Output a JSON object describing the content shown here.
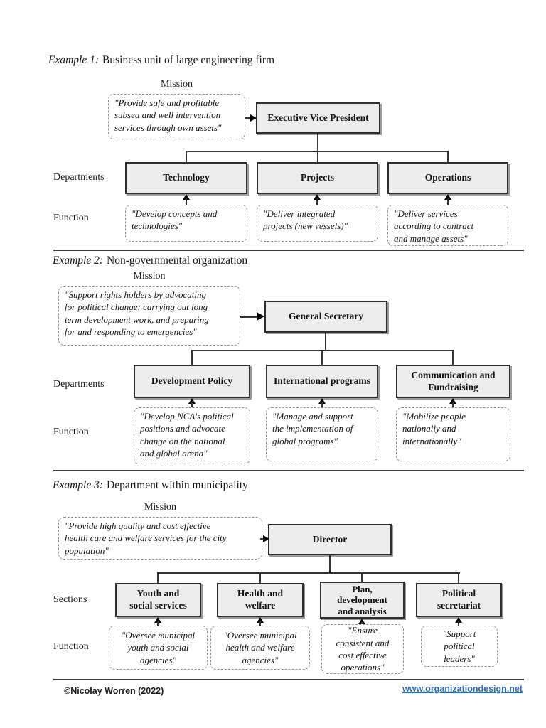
{
  "colors": {
    "box_fill": "#ededed",
    "box_border": "#2e2e2e",
    "dashed_border": "#8f8f8f",
    "connector_line": "#333333",
    "link_blue": "#2E6DB4"
  },
  "examples": [
    {
      "title_prefix": "Example 1:",
      "title_rest": "Business unit of large engineering firm",
      "mission_label": "Mission",
      "mission": "\"Provide safe and profitable\nsubsea and well intervention\nservices through own assets\"",
      "head": "Executive Vice President",
      "row_label": "Departments",
      "function_label": "Function",
      "units": [
        {
          "name": "Technology",
          "function": "\"Develop concepts and\ntechnologies\""
        },
        {
          "name": "Projects",
          "function": "\"Deliver integrated\nprojects (new vessels)\""
        },
        {
          "name": "Operations",
          "function": "\"Deliver services\naccording to contract\nand manage assets\""
        }
      ]
    },
    {
      "title_prefix": "Example 2:",
      "title_rest": "Non-governmental organization",
      "mission_label": "Mission",
      "mission": "\"Support rights holders by advocating\nfor political change; carrying out long\nterm development work, and preparing\nfor and responding to emergencies\"",
      "head": "General Secretary",
      "row_label": "Departments",
      "function_label": "Function",
      "units": [
        {
          "name": "Development Policy",
          "function": "\"Develop NCA's political\npositions and advocate\nchange on the national\nand global arena\""
        },
        {
          "name": "International programs",
          "function": "\"Manage and support\nthe implementation of\nglobal programs\""
        },
        {
          "name": "Communication and\nFundraising",
          "function": "\"Mobilize people\nnationally and\ninternationally\""
        }
      ]
    },
    {
      "title_prefix": "Example 3:",
      "title_rest": "Department within municipality",
      "mission_label": "Mission",
      "mission": "\"Provide high quality and cost effective\nhealth care and welfare services for the city\npopulation\"",
      "head": "Director",
      "row_label": "Sections",
      "function_label": "Function",
      "units": [
        {
          "name": "Youth and\nsocial services",
          "function": "\"Oversee municipal\nyouth and social\nagencies\""
        },
        {
          "name": "Health and\nwelfare",
          "function": "\"Oversee municipal\nhealth and welfare\nagencies\""
        },
        {
          "name": "Plan,\ndevelopment\nand analysis",
          "function": "\"Ensure\nconsistent and\ncost effective\noperations\""
        },
        {
          "name": "Political\nsecretariat",
          "function": "\"Support\npolitical\nleaders\""
        }
      ]
    }
  ],
  "footer": {
    "copyright": "©Nicolay Worren (2022)",
    "link_text": "www.organizationdesign.net"
  }
}
